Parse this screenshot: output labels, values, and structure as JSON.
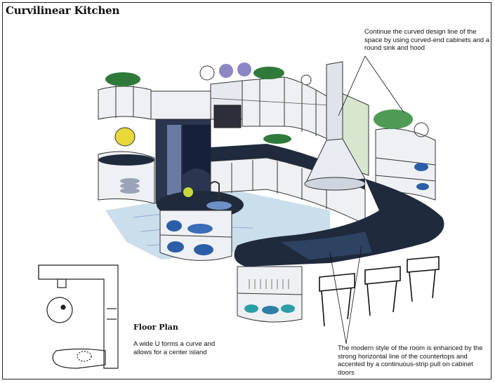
{
  "page": {
    "title": "Curvilinear Kitchen"
  },
  "annotations": {
    "top_right": "Continue the curved design line of the space by using curved-end cabinets and a round sink and hood",
    "bottom_right": "The modern style of the room is enhanced by the strong horizontal line of the countertops and accented by a continuous-strip pull on cabinet doors"
  },
  "floor_plan": {
    "heading": "Floor Plan",
    "description": "A wide U forms a curve and allows for a center island"
  },
  "colors": {
    "countertop": "#1f2a3d",
    "floor": "#b9d3e6",
    "cabinet": "#eef0f4",
    "accent_blue": "#2c5ea8",
    "plant_green": "#2f7a3a",
    "plate_purple": "#8d86c4"
  }
}
